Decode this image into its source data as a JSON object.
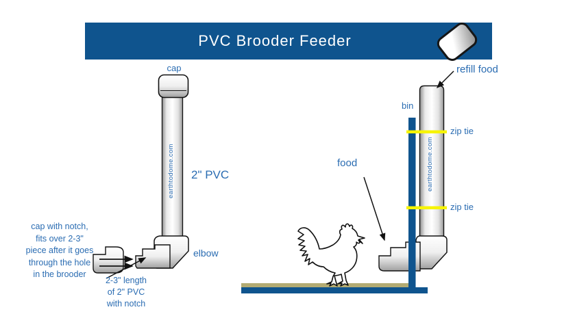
{
  "header": {
    "title": "PVC Brooder Feeder"
  },
  "left_diagram": {
    "cap_label": "cap",
    "pipe_size_label": "2\" PVC",
    "elbow_label": "elbow",
    "watermark": "earthtodome.com",
    "cap_note_lines": [
      "cap with notch,",
      "fits over 2-3\"",
      "piece after it goes",
      "through the hole",
      "in the brooder"
    ],
    "length_note_lines": [
      "2-3\" length",
      "of 2\" PVC",
      "with notch"
    ]
  },
  "right_diagram": {
    "refill_food_label": "refill food",
    "bin_label": "bin",
    "zip_tie_top_label": "zip tie",
    "zip_tie_bottom_label": "zip tie",
    "food_label": "food",
    "watermark": "earthtodome.com"
  },
  "colors": {
    "banner_blue": "#0f548e",
    "label_blue": "#2a6cb2",
    "zip_tie_yellow": "#f7f400",
    "ground_tan": "#b3ab73",
    "outline_black": "#111111"
  }
}
